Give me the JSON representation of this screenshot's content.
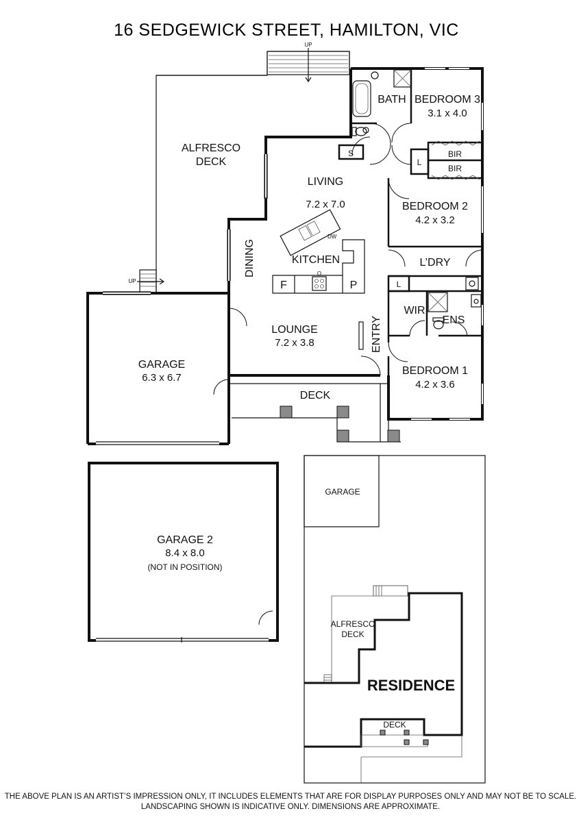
{
  "title": "16 SEDGEWICK STREET, HAMILTON, VIC",
  "rooms": {
    "alfresco": {
      "name_l1": "ALFRESCO",
      "name_l2": "DECK"
    },
    "living": {
      "name": "LIVING",
      "dims": "7.2 x 7.0"
    },
    "kitchen": {
      "name": "KITCHEN",
      "dw": "DW",
      "fridge": "F",
      "pantry": "P",
      "oven": "O"
    },
    "dining": {
      "name": "DINING"
    },
    "lounge": {
      "name": "LOUNGE",
      "dims": "7.2 x 3.8"
    },
    "entry": {
      "name": "ENTRY"
    },
    "deck": {
      "name": "DECK"
    },
    "garage": {
      "name": "GARAGE",
      "dims": "6.3 x 6.7"
    },
    "bath": {
      "name": "BATH"
    },
    "store": {
      "name": "S"
    },
    "linen": {
      "name": "L"
    },
    "bir1": {
      "name": "BIR"
    },
    "bir2": {
      "name": "BIR"
    },
    "bedroom3": {
      "name": "BEDROOM 3",
      "dims": "3.1 x 4.0"
    },
    "bedroom2": {
      "name": "BEDROOM 2",
      "dims": "4.2 x 3.2"
    },
    "laundry": {
      "name": "L’DRY"
    },
    "laundry_l": {
      "name": "L"
    },
    "wir": {
      "name": "WIR"
    },
    "ens": {
      "name": "ENS"
    },
    "bedroom1": {
      "name": "BEDROOM 1",
      "dims": "4.2 x 3.6"
    },
    "up_top": "UP",
    "up_left": "UP"
  },
  "garage2": {
    "name": "GARAGE 2",
    "dims": "8.4 x 8.0",
    "note": "(NOT IN POSITION)"
  },
  "site": {
    "garage": "GARAGE",
    "alfresco_l1": "ALFRESCO",
    "alfresco_l2": "DECK",
    "residence": "RESIDENCE",
    "deck": "DECK"
  },
  "disclaimer": {
    "line1": "THE ABOVE PLAN IS AN ARTIST’S IMPRESSION ONLY, IT INCLUDES ELEMENTS THAT ARE FOR DISPLAY PURPOSES ONLY AND MAY NOT BE TO SCALE.",
    "line2": "LANDSCAPING SHOWN IS INDICATIVE ONLY. DIMENSIONS ARE APPROXIMATE."
  }
}
